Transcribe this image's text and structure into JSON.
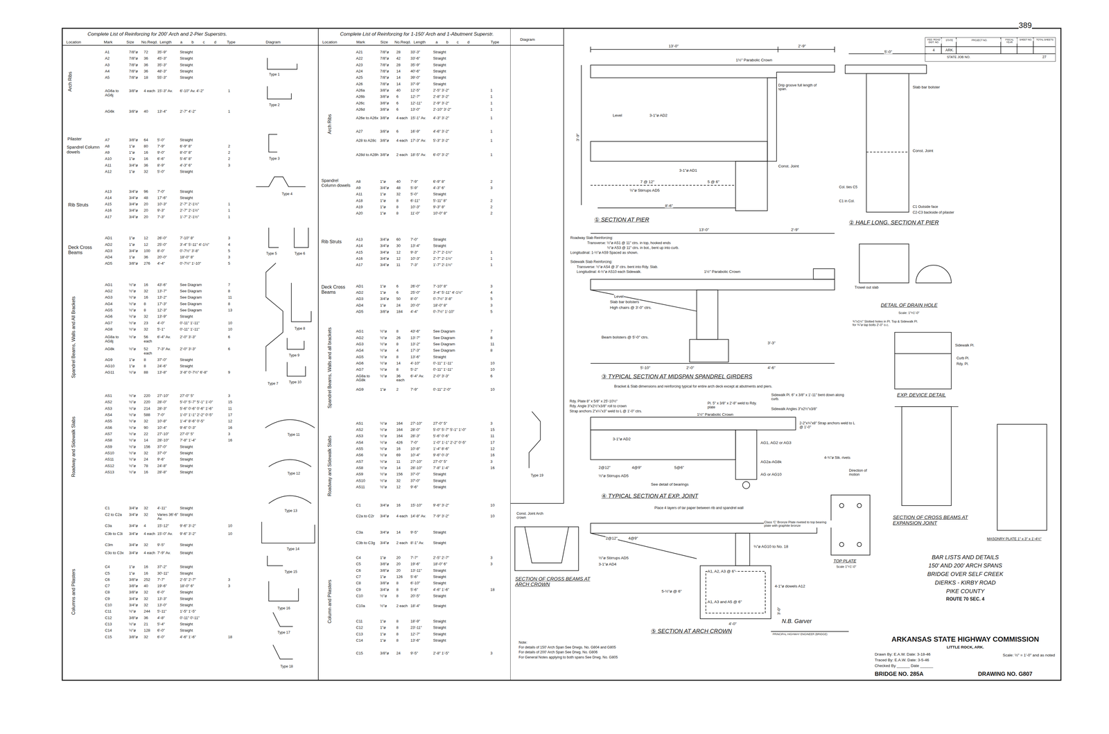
{
  "diagram": {
    "nodes": [
      {
        "text": [
          "Complete List of Reinforcing for 200' Arch and 2-Pier Superstrs.",
          "Location",
          "Mark",
          "Size",
          "No.Reqd.",
          "Length",
          "a",
          "b",
          "c",
          "d",
          "Type",
          "Diagram"
        ]
      },
      {
        "text": [
          "Complete List of Reinforcing for 1-150' Arch and 1-Abutment Superstr.",
          "Location",
          "Mark",
          "Size",
          "No.Reqd.",
          "Length",
          "a",
          "b",
          "c",
          "d",
          "Type"
        ]
      },
      {
        "text": [
          "FED. ROAD DIST. NO.",
          "STATE",
          "PROJECT NO.",
          "FISCAL YEAR",
          "SHEET NO.",
          "TOTAL SHEETS",
          "4",
          "ARK.",
          "STATE JOB NO.",
          "27"
        ]
      },
      {
        "text": [
          "BAR LISTS AND DETAILS",
          "150' AND 200' ARCH SPANS",
          "BRIDGE OVER SELF CREEK",
          "DIERKS - KIRBY ROAD",
          "PIKE COUNTY",
          "ROUTE 70 SEC. 4",
          "ARKANSAS STATE HIGHWAY COMMISSION",
          "LITTLE ROCK, ARK.",
          "Drawn By: E.A.W. Date: 3-18-46",
          "Traced By: E.A.W. Date: 3-5-46",
          "Checked By ______ Date ______",
          "Scale: ½\" = 1'-0\" and as noted",
          "BRIDGE NO. 285A",
          "DRAWING NO. G807"
        ]
      }
    ],
    "labels": [
      "A1",
      "7/8\"ø",
      "72",
      "35'-9\"",
      "Straight",
      "A2",
      "7/8\"ø",
      "36",
      "45'-3\"",
      "Straight",
      "A3",
      "7/8\"ø",
      "36",
      "35'-3\"",
      "Straight",
      "A4",
      "7/8\"ø",
      "36",
      "48'-3\"",
      "Straight",
      "A5",
      "7/8\"ø",
      "18",
      "55'-3\"",
      "Straight",
      "AG6a to AG6j",
      "3/8\"ø",
      "4 each",
      "15'-3\" Av.",
      "6'-10\" Av. 4'-2\"",
      "1",
      "AG6k",
      "3/8\"ø",
      "40",
      "13'-4\"",
      "2'-7\" 4'-2\"",
      "1",
      "A7",
      "3/8\"ø",
      "64",
      "5'-0\"",
      "Straight",
      "A8",
      "1\"ø",
      "80",
      "7'-9\"",
      "6'-9\" 8\"",
      "2",
      "A9",
      "1\"ø",
      "16",
      "9'-0\"",
      "8'-0\" 8\"",
      "2",
      "A10",
      "1\"ø",
      "16",
      "6'-6\"",
      "5'-6\" 8\"",
      "2",
      "A11",
      "3/4\"ø",
      "36",
      "8'-9\"",
      "4'-3\" 6\"",
      "3",
      "A12",
      "1\"ø",
      "32",
      "5'-0\"",
      "Straight",
      "A13",
      "3/4\"ø",
      "96",
      "7'-0\"",
      "Straight",
      "A14",
      "3/4\"ø",
      "48",
      "17'-6\"",
      "Straight",
      "A15",
      "3/4\"ø",
      "20",
      "10'-3\"",
      "2'-7\" 2'-1½\"",
      "1",
      "A16",
      "3/4\"ø",
      "20",
      "9'-3\"",
      "2'-7\" 2'-1½\"",
      "1",
      "A17",
      "3/4\"ø",
      "20",
      "7'-3\"",
      "1'-7\" 2'-1½\"",
      "1",
      "AD1",
      "1\"ø",
      "12",
      "26'-0\"",
      "7'-10\" 8\"",
      "3",
      "AD2",
      "1\"ø",
      "12",
      "25'-0\"",
      "3'-4\" 5'-11\" 4'-1½\"",
      "4",
      "AD3",
      "3/4\"ø",
      "100",
      "8'-0\"",
      "0'-7½\" 3'-8\"",
      "5",
      "AD4",
      "1\"ø",
      "36",
      "20'-0\"",
      "18'-0\" 8\"",
      "3",
      "AD5",
      "3/8\"ø",
      "276",
      "4'-4\"",
      "0'-7½\" 1'-10\"",
      "5",
      "AG1",
      "½\"ø",
      "16",
      "43'-6\"",
      "See Diagram",
      "7",
      "AG2",
      "½\"ø",
      "32",
      "13'-7\"",
      "See Diagram",
      "8",
      "AG3",
      "½\"ø",
      "16",
      "13'-2\"",
      "See Diagram",
      "11",
      "AG4",
      "½\"ø",
      "8",
      "17'-3\"",
      "See Diagram",
      "8",
      "AG5",
      "½\"ø",
      "8",
      "12'-3\"",
      "See Diagram",
      "13",
      "AG6",
      "½\"ø",
      "32",
      "13'-9\"",
      "Straight",
      "AG7",
      "½\"ø",
      "23",
      "4'-0\"",
      "0'-11\" 1'-11\"",
      "10",
      "AG8",
      "½\"ø",
      "32",
      "5'-1\"",
      "0'-11\" 1'-11\"",
      "10",
      "AG8a to AG8j",
      "½\"ø",
      "56 each",
      "6'-4\" Av.",
      "2'-0\" 3'-3\"",
      "6",
      "AG8k",
      "½\"ø",
      "52 each",
      "7'-3\" Av.",
      "2'-0\" 3'-3\"",
      "6",
      "AG9",
      "1\"ø",
      "8",
      "37'-0\"",
      "Straight",
      "AG10",
      "1\"ø",
      "8",
      "24'-6\"",
      "Straight",
      "AG11",
      "½\"ø",
      "88",
      "13'-8\"",
      "3'-8\" 0'-7½\" 6'-8\"",
      "9",
      "AS1",
      "½\"ø",
      "220",
      "27'-10\"",
      "27'-0\" 5\"",
      "3",
      "AS2",
      "½\"ø",
      "220",
      "28'-0\"",
      "5'-0\" 5'-7\" 5'-1\" 1'-0\"",
      "15",
      "AS3",
      "½\"ø",
      "214",
      "28'-3\"",
      "5'-6\" 0'-6\" 0'-6\" 1'-6\"",
      "11",
      "AS4",
      "½\"ø",
      "588",
      "7'-0\"",
      "1'-0\" 1'-1\" 2'-2\" 0'-5\"",
      "17",
      "AS5",
      "½\"ø",
      "32",
      "10'-8\"",
      "1'-4\" 8'-6\" 0'-5\"",
      "12",
      "AS6",
      "½\"ø",
      "90",
      "10'-4\"",
      "9'-6\" 0'-3\"",
      "16",
      "AS7",
      "½\"ø",
      "22",
      "27'-10\"",
      "27'-0\" 5\"",
      "3",
      "AS8",
      "½\"ø",
      "14",
      "28'-10\"",
      "7'-8\" 1'-4\"",
      "16",
      "AS9",
      "½\"ø",
      "156",
      "37'-0\"",
      "Straight",
      "AS10",
      "½\"ø",
      "32",
      "37'-0\"",
      "Straight",
      "AS11",
      "½\"ø",
      "24",
      "9'-6\"",
      "Straight",
      "AS12",
      "½\"ø",
      "78",
      "24'-8\"",
      "Straight",
      "AS13",
      "½\"ø",
      "16",
      "28'-8\"",
      "Straight",
      "C1",
      "3/4\"ø",
      "32",
      "4'-11\"",
      "Straight",
      "C2 to C2a",
      "3/4\"ø",
      "32",
      "Varies 36'-6\" Av.",
      "Straight",
      "C3a",
      "3/4\"ø",
      "4",
      "15'-12\"",
      "9'-6\" 3'-2\"",
      "10",
      "C3b to C3i",
      "3/4\"ø",
      "4 each",
      "15'-0\" Av.",
      "9'-6\" 3'-2\"",
      "10",
      "C3m",
      "3/4\"ø",
      "32",
      "9'-5\"",
      "Straight",
      "C3o to C3x",
      "3/4\"ø",
      "4 each",
      "7'-9\" Av.",
      "Straight",
      "C4",
      "1\"ø",
      "16",
      "37'-2\"",
      "Straight",
      "C5",
      "1\"ø",
      "16",
      "30'-11\"",
      "Straight",
      "C6",
      "3/8\"ø",
      "252",
      "7'-7\"",
      "2'-5\" 2'-7\"",
      "3",
      "C7",
      "3/8\"ø",
      "40",
      "19'-6\"",
      "18'-0\" 6\"",
      "3",
      "C8",
      "3/8\"ø",
      "32",
      "6'-0\"",
      "Straight",
      "C9",
      "3/4\"ø",
      "32",
      "13'-3\"",
      "Straight",
      "C10",
      "3/4\"ø",
      "32",
      "13'-0\"",
      "Straight",
      "C11",
      "½\"ø",
      "244",
      "5'-11\"",
      "1'-5\" 1'-5\"",
      "C12",
      "3/8\"ø",
      "36",
      "4'-8\"",
      "0'-11\" 0'-11\"",
      "C13",
      "½\"ø",
      "21",
      "5'-4\"",
      "Straight",
      "C14",
      "½\"ø",
      "128",
      "6'-0\"",
      "Straight",
      "C15",
      "3/8\"ø",
      "32",
      "6'-0\"",
      "4'-6\" 1'-6\"",
      "18",
      "A21",
      "7/8\"ø",
      "28",
      "33'-3\"",
      "Straight",
      "A22",
      "7/8\"ø",
      "42",
      "33'-6\"",
      "Straight",
      "A23",
      "7/8\"ø",
      "28",
      "35'-9\"",
      "Straight",
      "A24",
      "7/8\"ø",
      "14",
      "40'-6\"",
      "Straight",
      "A25",
      "7/8\"ø",
      "14",
      "39'-0\"",
      "Straight",
      "A26",
      "7/8\"ø",
      "14",
      "37'-9\"",
      "Straight",
      "A26a",
      "3/8\"ø",
      "40",
      "12'-5\"",
      "2'-5\" 3'-2\"",
      "1",
      "A26b",
      "3/8\"ø",
      "6",
      "12'-7\"",
      "2'-8\" 3'-2\"",
      "1",
      "A26c",
      "3/8\"ø",
      "6",
      "12'-11\"",
      "2'-9\" 3'-2\"",
      "1",
      "A26d",
      "3/8\"ø",
      "6",
      "13'-0\"",
      "2'-10\" 3'-2\"",
      "1",
      "A26e to A26x",
      "3/8\"ø",
      "4 each",
      "15'-1\" Av.",
      "4'-3\" 3'-2\"",
      "1",
      "A27",
      "3/8\"ø",
      "6",
      "16'-9\"",
      "4'-6\" 3'-2\"",
      "1",
      "A28 to A28c",
      "3/8\"ø",
      "4 each",
      "17'-3\" Av.",
      "5'-3\" 3'-2\"",
      "1",
      "A28d to A28h",
      "3/8\"ø",
      "2 each",
      "18'-5\" Av.",
      "6'-0\" 3'-2\"",
      "1",
      "A8",
      "1\"ø",
      "40",
      "7'-9\"",
      "6'-9\" 8\"",
      "2",
      "A9",
      "3/4\"ø",
      "48",
      "5'-9\"",
      "4'-3\" 6\"",
      "3",
      "A11",
      "1\"ø",
      "32",
      "5'-0\"",
      "Straight",
      "A18",
      "1\"ø",
      "8",
      "6'-11\"",
      "5'-11\" 8\"",
      "2",
      "A19",
      "1\"ø",
      "8",
      "10'-3\"",
      "9'-3\" 8\"",
      "2",
      "A20",
      "1\"ø",
      "8",
      "11'-0\"",
      "10'-0\" 8\"",
      "2",
      "A13",
      "3/4\"ø",
      "60",
      "7'-0\"",
      "Straight",
      "A14",
      "3/4\"ø",
      "30",
      "13'-4\"",
      "Straight",
      "A15",
      "3/4\"ø",
      "12",
      "9'-3\"",
      "2'-7\" 2'-1½\"",
      "1",
      "A16",
      "3/4\"ø",
      "12",
      "10'-3\"",
      "2'-7\" 2'-1½\"",
      "1",
      "A17",
      "3/4\"ø",
      "11",
      "7'-3\"",
      "1'-7\" 2'-1½\"",
      "1",
      "AD1",
      "1\"ø",
      "6",
      "26'-0\"",
      "7'-10\" 8\"",
      "3",
      "AD2",
      "1\"ø",
      "6",
      "25'-0\"",
      "3'-4\" 5'-11\" 4'-1½\"",
      "4",
      "AD3",
      "3/4\"ø",
      "50",
      "8'-0\"",
      "0'-7½\" 3'-8\"",
      "5",
      "AD4",
      "1\"ø",
      "24",
      "20'-0\"",
      "18'-0\" 8\"",
      "3",
      "AD5",
      "3/8\"ø",
      "184",
      "4'-4\"",
      "0'-7½\" 1'-10\"",
      "5",
      "AG1",
      "½\"ø",
      "8",
      "43'-6\"",
      "See Diagram",
      "7",
      "AG2",
      "½\"ø",
      "26",
      "13'-7\"",
      "See Diagram",
      "8",
      "AG3",
      "½\"ø",
      "8",
      "13'-2\"",
      "See Diagram",
      "11",
      "AG4",
      "½\"ø",
      "4",
      "17'-3\"",
      "See Diagram",
      "8",
      "AG5",
      "½\"ø",
      "8",
      "13'-6\"",
      "Straight",
      "AG6",
      "½\"ø",
      "14",
      "4'-10\"",
      "0'-11\" 1'-11\"",
      "10",
      "AG7",
      "½\"ø",
      "8",
      "5'-2\"",
      "0'-11\" 1'-11\"",
      "10",
      "AG8a to AG8k",
      "½\"ø",
      "36 each",
      "6'-4\" Av.",
      "2'-0\" 3'-3\"",
      "6",
      "AG9",
      "1\"ø",
      "2",
      "7'-9\"",
      "0'-11\" 2'-0\"",
      "10",
      "AS1",
      "½\"ø",
      "164",
      "27'-10\"",
      "27'-0\" 5\"",
      "3",
      "AS2",
      "½\"ø",
      "164",
      "28'-0\"",
      "5'-0\" 5'-7\" 5'-1\" 1'-0\"",
      "15",
      "AS3",
      "½\"ø",
      "164",
      "28'-3\"",
      "5'-6\" 0'-6\"",
      "11",
      "AS4",
      "½\"ø",
      "426",
      "7'-0\"",
      "1'-0\" 1'-1\" 2'-2\" 0'-5\"",
      "17",
      "AS5",
      "½\"ø",
      "16",
      "10'-8\"",
      "1'-4\" 8'-6\"",
      "12",
      "AS6",
      "½\"ø",
      "69",
      "10'-4\"",
      "9'-6\" 0'-3\"",
      "16",
      "AS7",
      "½\"ø",
      "11",
      "27'-10\"",
      "27'-0\" 5\"",
      "3",
      "AS8",
      "½\"ø",
      "14",
      "28'-10\"",
      "7'-8\" 1'-4\"",
      "16",
      "AS9",
      "½\"ø",
      "156",
      "37'-0\"",
      "Straight",
      "AS10",
      "½\"ø",
      "32",
      "37'-0\"",
      "Straight",
      "AS11",
      "½\"ø",
      "12",
      "9'-6\"",
      "Straight",
      "C1",
      "3/4\"ø",
      "16",
      "15'-10\"",
      "9'-6\" 3'-2\"",
      "10",
      "C2a to C2r",
      "3/4\"ø",
      "4 each",
      "14'-8\" Av.",
      "7'-9\" 3'-2\"",
      "10",
      "C3a",
      "3/4\"ø",
      "14",
      "9'-5\"",
      "Straight",
      "C3b to C3g",
      "3/4\"ø",
      "2 each",
      "8'-1\" Av.",
      "Straight",
      "C4",
      "1\"ø",
      "20",
      "7'-7\"",
      "2'-5\" 2'-7\"",
      "3",
      "C5",
      "3/8\"ø",
      "20",
      "19'-6\"",
      "18'-0\" 6\"",
      "3",
      "C6",
      "3/8\"ø",
      "20",
      "13'-11\"",
      "Straight",
      "C7",
      "1\"ø",
      "126",
      "5'-6\"",
      "Straight",
      "C8",
      "3/8\"ø",
      "8",
      "6'-10\"",
      "Straight",
      "C9",
      "3/4\"ø",
      "8",
      "5'-6\"",
      "4'-6\" 1'-6\"",
      "18",
      "C10",
      "½\"ø",
      "8",
      "20'-5\"",
      "Straight",
      "C10a",
      "½\"ø",
      "2 each",
      "18'-4\"",
      "Straight",
      "C11",
      "1\"ø",
      "8",
      "18'-9\"",
      "Straight",
      "C12",
      "1\"ø",
      "8",
      "23'-11\"",
      "Straight",
      "C13",
      "1\"ø",
      "8",
      "12'-7\"",
      "Straight",
      "C14",
      "1\"ø",
      "8",
      "13'-6\"",
      "Straight",
      "C15",
      "3/8\"ø",
      "24",
      "9'-5\"",
      "2'-8\" 1'-5\"",
      "3",
      "Arch Ribs",
      "Pilaster",
      "Spandrel Column dowels",
      "Rib Struts",
      "Deck Cross Beams",
      "Spandrel Beams, Walls and All Brackets",
      "Roadway and Sidewalk Slabs",
      "Columns and Pilasters",
      "Type 1",
      "Type 2",
      "Type 3",
      "Type 4",
      "Type 5",
      "Type 6",
      "Type 7",
      "Type 8",
      "Type 9",
      "Type 10",
      "Type 11",
      "Type 12",
      "Type 13",
      "Type 14",
      "Type 15",
      "Type 16",
      "Type 17",
      "Type 18",
      "Arch Ribs",
      "Spandrel Column dowels",
      "Rib Struts",
      "Deck Cross Beams",
      "Spandrel Beams, Walls and all brackets",
      "Roadway and Sidewalk Slabs",
      "Column and Pilasters",
      "Diagram",
      "Type 19",
      "13'-0\"",
      "2'-9\"",
      "1½\" Parabolic Crown",
      "Drip groove full length of span.",
      "Level",
      "3-1\"ø AD2",
      "3-1\"ø AD1",
      "Const. Joint",
      "7 @ 12\"",
      "5 @ 6\"",
      "½\"ø Stirrups AD5",
      "8'-6\"",
      "3'-9\"",
      "① SECTION AT PIER",
      "5'-0\"",
      "Slab bar bolster",
      "Const. Joint",
      "Col. ties C5",
      "C1 in Col.",
      "C1 Outside face",
      "C2-C3 backside of pilaster",
      "② HALF LONG. SECTION AT PIER",
      "13'-0\"",
      "2'-9\"",
      "Roadway Slab Reinforcing:",
      "Transverse: ½\"ø AS1 @ 11\" ctrs. in top, hooked ends",
      "½\"ø AS3 @ 11\" ctrs. in bot., bent up into curb.",
      "Longitudinal: 1-½\"ø AS9 Spaced as shown.",
      "Sidewalk Slab Reinforcing:",
      "Transverse: ½\"ø AS4 @ 3\" ctrs. bent into Rdy. Slab.",
      "Longitudinal: 4-½\"ø AS10 each Sidewalk.",
      "1½\" Parabolic Crown",
      "Level",
      "Slab bar bolsters",
      "High chairs @ 3'-0\" ctrs.",
      "Beam bolsters @ 5'-0\" ctrs.",
      "5'-10\"",
      "2'-0\"",
      "4'-6\"",
      "3'-3\"",
      "③ TYPICAL SECTION AT MIDSPAN SPANDREL GIRDERS",
      "Bracket & Slab dimensions and reinforcing typical for entire arch deck except at abutments and piers.",
      "Rdy. Plate 8\" x 5/8\" x 25'-10½\"",
      "Rdy. Angle 3\"x2½\"x3/8\" roll to crown",
      "Strap anchors 2\"x¼\"x3\" weld to L @ 1'-0\" ctrs.",
      "Pl. 5\" x 3/8\" x 2'-8\" weld to Rdy. plate",
      "Sidewalk Pl. 6\" x 3/8\" x 1'-11\" bent down along curb.",
      "Sidewalk Angles 3\"x2½\"x3/8\"",
      "1½\" Parabolic Crown",
      "2-2\"x¾\"x8\" Strap anchors weld to L @ 1'-0\"",
      "3-1\"ø AD2",
      "AG1, AG2 or AG3",
      "AG2a-AG8k",
      "AG or AG10",
      "2@12\"",
      "4@9\"",
      "5@6\"",
      "½\"ø Stirrups AD5",
      "See detail of bearings",
      "④ TYPICAL SECTION AT EXP. JOINT",
      "Place 4 layers of tar paper between rib and spandrel wall",
      "Const. Joint Arch crown",
      "2@12\"",
      "4@9\"",
      "¾\"ø AG10 to No. 18",
      "½\"ø Stirrups AD5",
      "3-1\"ø AD4",
      "A1, A2, A3 @ 6\"",
      "4-1\"ø dowels A12",
      "5-½\"ø @ 6\"",
      "A1, A3 and A5 @ 6\"",
      "4'-0\"",
      "3'-0\"",
      "SECTION OF CROSS BEAMS AT ARCH CROWN",
      "⑤ SECTION AT ARCH CROWN",
      "Note:",
      "For details of 150' Arch Span See Drwgs. No. G804 and G805",
      "For details of 200' Arch Span See Drwg. No. G806",
      "For General Notes applying to both spans See Drwg. No. G805",
      "N.B. Garver",
      "PRINCIPAL HIGHWAY ENGINEER (BRIDGE)",
      "389",
      "Trowel out slab",
      "DETAIL OF DRAIN HOLE",
      "Scale: 1\"=1'-0\"",
      "¾\"x1½\" Slotted holes in Pl. Top & Sidewalk Pl. for ¾\"ø tap bolts 2'-0\" o.c.",
      "Sidewalk Pl.",
      "Curb Pl.",
      "Rdy. Pl.",
      "EXP. DEVICE DETAIL",
      "4-¾\"ø Stk. rivets",
      "Direction of motion",
      "Class 'C' Bronze Plate riveted to top bearing plate with graphite bronze",
      "SECTION OF CROSS BEAMS AT EXPANSION JOINT",
      "TOP PLATE",
      "Scale 1\"=1'-0\"",
      "MASONRY PLATE 1\" x 3\" x 1'-4½\""
    ]
  }
}
